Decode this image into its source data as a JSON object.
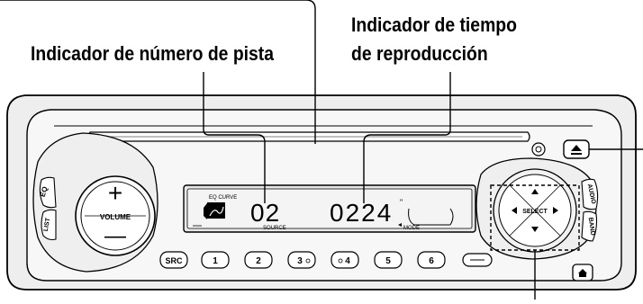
{
  "callouts": {
    "track_indicator": "Indicador de número de pista",
    "play_time_indicator_line1": "Indicador de tiempo",
    "play_time_indicator_line2": "de reproducción"
  },
  "device": {
    "volume_plus": "+",
    "volume_label": "VOLUME",
    "volume_minus": "—",
    "eq_button": "EQ",
    "list_button": "LIST",
    "audio_button": "AUDIO",
    "band_button": "BAND",
    "select_label": "SELECT",
    "display": {
      "eq_curve_label": "EQ CURVE",
      "track_number": "02",
      "play_time": "0224",
      "source_label": "SOURCE",
      "mode_label": "MODE"
    },
    "preset_buttons": [
      "SRC",
      "1",
      "2",
      "3",
      "4",
      "5",
      "6"
    ]
  },
  "icons": {
    "eject": "eject-icon",
    "detach": "detach-icon",
    "joystick_up": "arrow-up-icon",
    "joystick_down": "arrow-down-icon",
    "joystick_left": "arrow-left-icon",
    "joystick_right": "arrow-right-icon"
  }
}
